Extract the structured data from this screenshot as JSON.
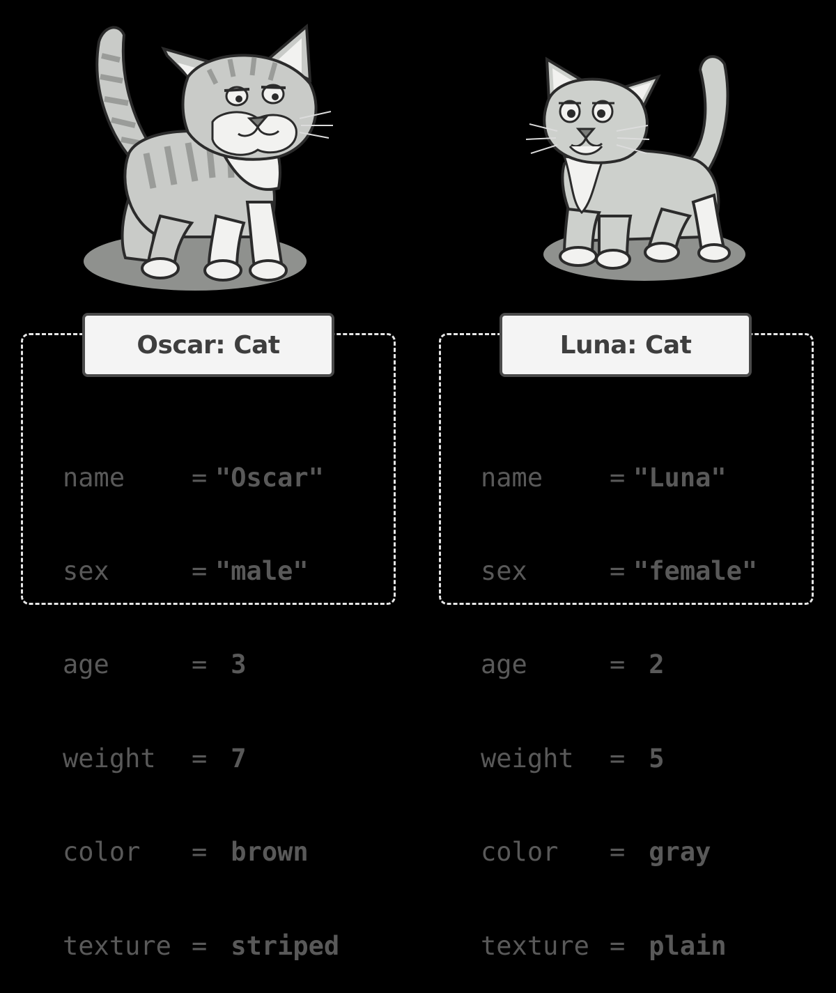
{
  "objects": [
    {
      "title": "Oscar: Cat",
      "attributes": [
        {
          "key": "name",
          "eq": "=",
          "value": "\"Oscar\""
        },
        {
          "key": "sex",
          "eq": "=",
          "value": "\"male\""
        },
        {
          "key": "age",
          "eq": "=",
          "value": " 3"
        },
        {
          "key": "weight",
          "eq": "=",
          "value": " 7"
        },
        {
          "key": "color",
          "eq": "=",
          "value": " brown"
        },
        {
          "key": "texture",
          "eq": "=",
          "value": " striped"
        }
      ]
    },
    {
      "title": "Luna: Cat",
      "attributes": [
        {
          "key": "name",
          "eq": "=",
          "value": "\"Luna\""
        },
        {
          "key": "sex",
          "eq": "=",
          "value": "\"female\""
        },
        {
          "key": "age",
          "eq": "=",
          "value": " 2"
        },
        {
          "key": "weight",
          "eq": "=",
          "value": " 5"
        },
        {
          "key": "color",
          "eq": "=",
          "value": " gray"
        },
        {
          "key": "texture",
          "eq": "=",
          "value": " plain"
        }
      ]
    }
  ],
  "colors": {
    "background": "#000000",
    "box_border": "#e6e6e6",
    "title_fill": "#f4f4f4",
    "title_stroke": "#4a4a4a",
    "text": "#595959",
    "cat_fur_striped": "#c9cbc8",
    "cat_fur_plain": "#cdd0cc",
    "cat_white": "#f2f2f0",
    "outline": "#2b2b2b",
    "shadow": "#8f918e"
  }
}
